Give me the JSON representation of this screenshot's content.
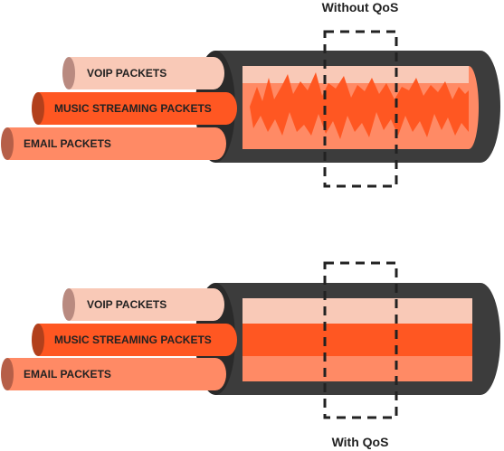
{
  "diagrams": {
    "top": {
      "caption": "Without QoS",
      "cables": {
        "voip": "VOIP PACKETS",
        "music": "MUSIC STREAMING PACKETS",
        "email": "EMAIL PACKETS"
      }
    },
    "bottom": {
      "caption": "With QoS",
      "cables": {
        "voip": "VOIP PACKETS",
        "music": "MUSIC STREAMING PACKETS",
        "email": "EMAIL PACKETS"
      }
    }
  },
  "colors": {
    "voip": "#f9c9b7",
    "voip_end": "#b98a80",
    "music": "#ff5722",
    "music_end": "#b2401c",
    "email": "#ff8a65",
    "email_end": "#b65f48",
    "jacket": "#3c3c3c",
    "jacket_rim": "#2a2a2a"
  }
}
